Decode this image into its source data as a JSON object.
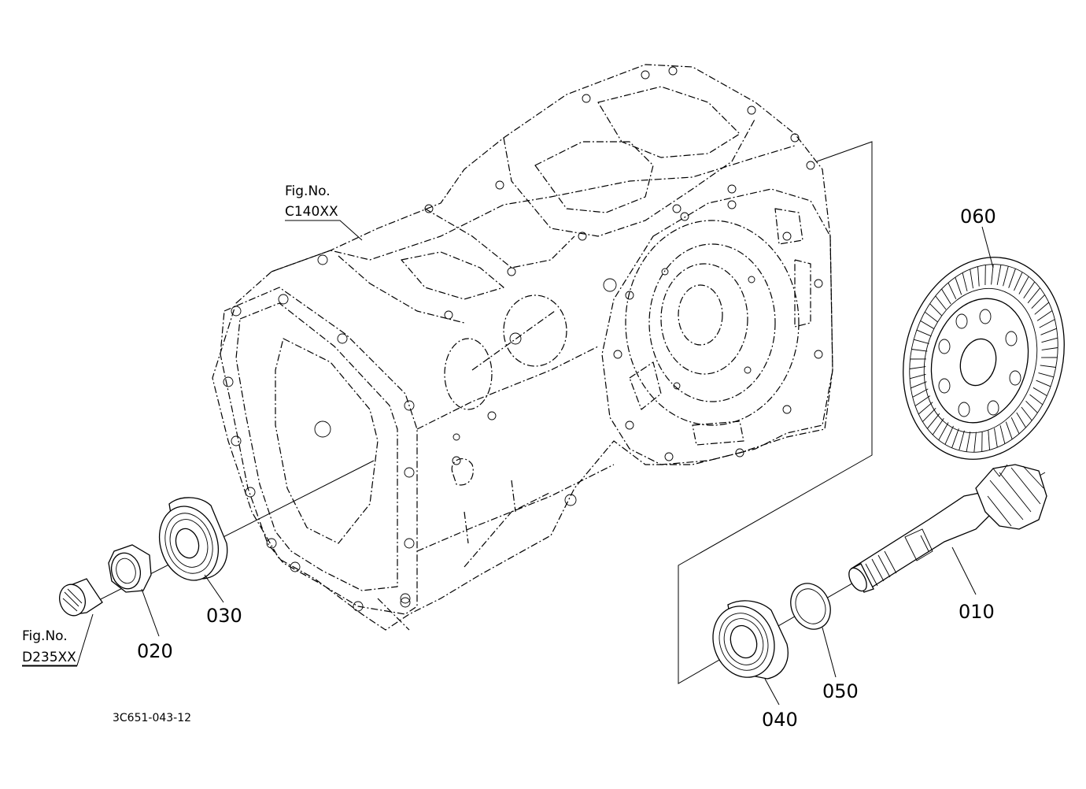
{
  "diagram_code": "3C651-043-12",
  "fig_refs": [
    {
      "line1": "Fig.No.",
      "line2": "C140XX"
    },
    {
      "line1": "Fig.No.",
      "line2": "D235XX"
    }
  ],
  "parts": [
    {
      "id": "p010",
      "label": "010"
    },
    {
      "id": "p020",
      "label": "020"
    },
    {
      "id": "p030",
      "label": "030"
    },
    {
      "id": "p040",
      "label": "040"
    },
    {
      "id": "p050",
      "label": "050"
    },
    {
      "id": "p060",
      "label": "060"
    }
  ]
}
